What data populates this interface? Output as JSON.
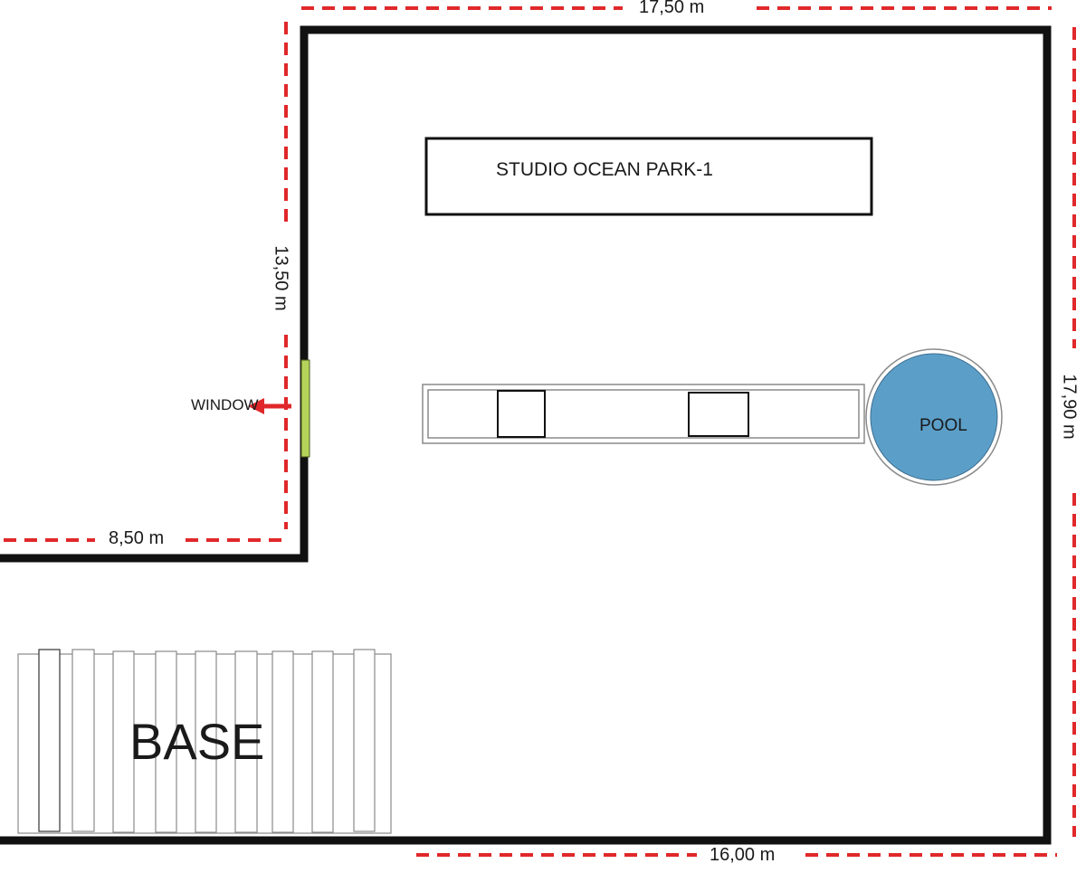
{
  "plan": {
    "dimensions": {
      "top_width": "17,50 m",
      "right_height": "17,90 m",
      "bottom_width": "16,00 m",
      "left_notch_height": "13,50 m",
      "left_notch_width": "8,50 m"
    },
    "labels": {
      "studio": "STUDIO OCEAN PARK-1",
      "pool": "POOL",
      "window": "WINDOW",
      "base": "BASE"
    },
    "colors": {
      "wall": "#111111",
      "dimension_line": "#e0282a",
      "pool_fill": "#5b9fc9",
      "window": "#b5d35a",
      "window_arrow": "#e0282a",
      "fixture_outline": "#8a8a8a"
    }
  }
}
